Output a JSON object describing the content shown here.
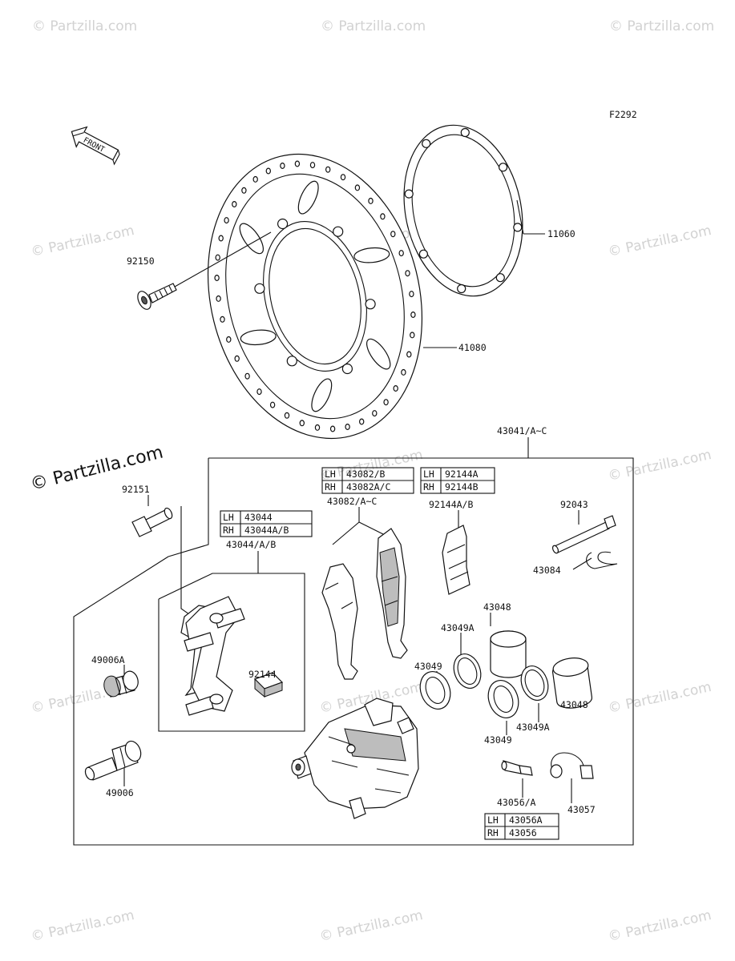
{
  "figure_code": "F2292",
  "front_arrow_label": "FRONT",
  "watermark": {
    "text": "© Partzilla.com",
    "count": 14
  },
  "callouts": {
    "p11060": "11060",
    "p41080": "41080",
    "p92150": "92150",
    "p43041": "43041/A~C",
    "p92151": "92151",
    "p43044": "43044/A/B",
    "p43082": "43082/A~C",
    "p92144ab": "92144A/B",
    "p92043": "92043",
    "p43084": "43084",
    "p43048a": "43048",
    "p43049a_a": "43049A",
    "p43049_a": "43049",
    "p49006a": "49006A",
    "p92144": "92144",
    "p43048b": "43048",
    "p43049a_b": "43049A",
    "p43049_b": "43049",
    "p49006": "49006",
    "p43056": "43056/A",
    "p43057": "43057"
  },
  "tables": {
    "t43044": {
      "rows": [
        {
          "side": "LH",
          "part": "43044"
        },
        {
          "side": "RH",
          "part": "43044A/B"
        }
      ]
    },
    "t43082": {
      "rows": [
        {
          "side": "LH",
          "part": "43082/B"
        },
        {
          "side": "RH",
          "part": "43082A/C"
        }
      ]
    },
    "t92144": {
      "rows": [
        {
          "side": "LH",
          "part": "92144A"
        },
        {
          "side": "RH",
          "part": "92144B"
        }
      ]
    },
    "t43056": {
      "rows": [
        {
          "side": "LH",
          "part": "43056A"
        },
        {
          "side": "RH",
          "part": "43056"
        }
      ]
    }
  }
}
